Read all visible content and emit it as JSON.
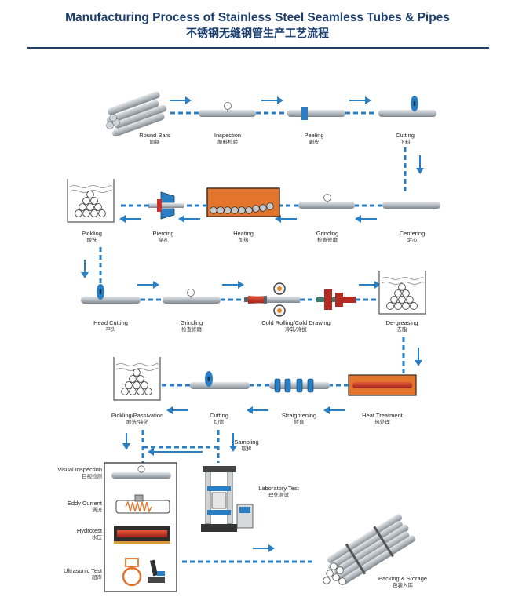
{
  "title": "Manufacturing Process of Stainless Steel Seamless Tubes & Pipes",
  "subtitle": "不锈钢无缝钢管生产工艺流程",
  "colors": {
    "accent_blue": "#2a7fc4",
    "title_navy": "#1d3f6e",
    "pipe_gray": "#b8bec4",
    "furnace_orange": "#e2742c",
    "red": "#c9322a"
  },
  "steps": {
    "round_bars": {
      "en": "Round Bars",
      "cn": "圆钢"
    },
    "inspection": {
      "en": "Inspection",
      "cn": "原料检验"
    },
    "peeling": {
      "en": "Peeling",
      "cn": "剥皮"
    },
    "cutting": {
      "en": "Cutting",
      "cn": "下料"
    },
    "centering": {
      "en": "Centering",
      "cn": "定心"
    },
    "grinding1": {
      "en": "Grinding",
      "cn": "检查修磨"
    },
    "heating": {
      "en": "Heating",
      "cn": "加热"
    },
    "piercing": {
      "en": "Piercing",
      "cn": "穿孔"
    },
    "pickling": {
      "en": "Pickling",
      "cn": "酸洗"
    },
    "head_cutting": {
      "en": "Head Cutting",
      "cn": "平头"
    },
    "grinding2": {
      "en": "Grinding",
      "cn": "检查修磨"
    },
    "cold_rolling": {
      "en": "Cold Rolling/Cold Drawing",
      "cn": "冷轧/冷拔"
    },
    "degreasing": {
      "en": "De-greasing",
      "cn": "去脂"
    },
    "heat_treatment": {
      "en": "Heat Treatment",
      "cn": "热处理"
    },
    "straightening": {
      "en": "Straightening",
      "cn": "矫直"
    },
    "cutting2": {
      "en": "Cutting",
      "cn": "切管"
    },
    "pickling_passivation": {
      "en": "Pickling/Passivation",
      "cn": "酸洗/钝化"
    },
    "sampling": {
      "en": "Sampling",
      "cn": "取样"
    },
    "laboratory_test": {
      "en": "Laboratory Test",
      "cn": "理化测试"
    },
    "visual_inspection": {
      "en": "Visual Inspection",
      "cn": "目视检测"
    },
    "eddy_current": {
      "en": "Eddy Current",
      "cn": "涡流"
    },
    "hydrotest": {
      "en": "Hydrotest",
      "cn": "水压"
    },
    "ultrasonic_test": {
      "en": "Ultrasonic Test",
      "cn": "超声"
    },
    "packing_storage": {
      "en": "Packing & Storage",
      "cn": "包装入库"
    }
  }
}
